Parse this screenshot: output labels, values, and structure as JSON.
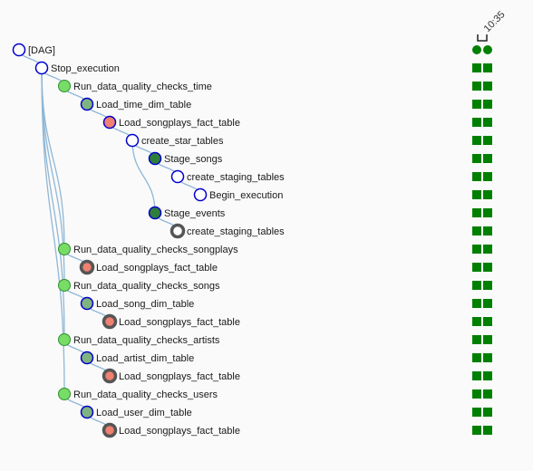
{
  "tree": {
    "nodes": [
      {
        "id": "n0",
        "label": "[DAG]",
        "depth": 0,
        "state": "none",
        "parent": null
      },
      {
        "id": "n1",
        "label": "Stop_execution",
        "depth": 1,
        "state": "none",
        "parent": "n0"
      },
      {
        "id": "n2",
        "label": "Run_data_quality_checks_time",
        "depth": 2,
        "state": "success",
        "parent": "n1"
      },
      {
        "id": "n3",
        "label": "Load_time_dim_table",
        "depth": 3,
        "state": "queued",
        "parent": "n2"
      },
      {
        "id": "n4",
        "label": "Load_songplays_fact_table",
        "depth": 4,
        "state": "failed",
        "parent": "n3"
      },
      {
        "id": "n5",
        "label": "create_star_tables",
        "depth": 5,
        "state": "none",
        "parent": "n4"
      },
      {
        "id": "n6",
        "label": "Stage_songs",
        "depth": 6,
        "state": "running",
        "parent": "n5"
      },
      {
        "id": "n7",
        "label": "create_staging_tables",
        "depth": 7,
        "state": "none",
        "parent": "n6"
      },
      {
        "id": "n8",
        "label": "Begin_execution",
        "depth": 8,
        "state": "none",
        "parent": "n7"
      },
      {
        "id": "n9",
        "label": "Stage_events",
        "depth": 6,
        "state": "running",
        "parent": "n5"
      },
      {
        "id": "n10",
        "label": "create_staging_tables",
        "depth": 7,
        "state": "collapsed",
        "parent": "n9"
      },
      {
        "id": "n11",
        "label": "Run_data_quality_checks_songplays",
        "depth": 2,
        "state": "success",
        "parent": "n1"
      },
      {
        "id": "n12",
        "label": "Load_songplays_fact_table",
        "depth": 3,
        "state": "failed-collapsed",
        "parent": "n11"
      },
      {
        "id": "n13",
        "label": "Run_data_quality_checks_songs",
        "depth": 2,
        "state": "success",
        "parent": "n1"
      },
      {
        "id": "n14",
        "label": "Load_song_dim_table",
        "depth": 3,
        "state": "queued",
        "parent": "n13"
      },
      {
        "id": "n15",
        "label": "Load_songplays_fact_table",
        "depth": 4,
        "state": "failed-collapsed",
        "parent": "n14"
      },
      {
        "id": "n16",
        "label": "Run_data_quality_checks_artists",
        "depth": 2,
        "state": "success",
        "parent": "n1"
      },
      {
        "id": "n17",
        "label": "Load_artist_dim_table",
        "depth": 3,
        "state": "queued",
        "parent": "n16"
      },
      {
        "id": "n18",
        "label": "Load_songplays_fact_table",
        "depth": 4,
        "state": "failed-collapsed",
        "parent": "n17"
      },
      {
        "id": "n19",
        "label": "Run_data_quality_checks_users",
        "depth": 2,
        "state": "success",
        "parent": "n1"
      },
      {
        "id": "n20",
        "label": "Load_user_dim_table",
        "depth": 3,
        "state": "queued",
        "parent": "n19"
      },
      {
        "id": "n21",
        "label": "Load_songplays_fact_table",
        "depth": 4,
        "state": "failed-collapsed",
        "parent": "n20"
      }
    ]
  },
  "runs": {
    "header_label": "10:35",
    "columns": 2
  },
  "colors": {
    "success": "#77dd66",
    "success_stroke": "#2f8f2f",
    "queued": "#7fb37f",
    "failed": "#f08070",
    "running": "#2f7d3a",
    "none_stroke": "#0000cc",
    "collapsed_stroke": "#555555",
    "link": "#8fb7d6",
    "cell": "#008000"
  }
}
